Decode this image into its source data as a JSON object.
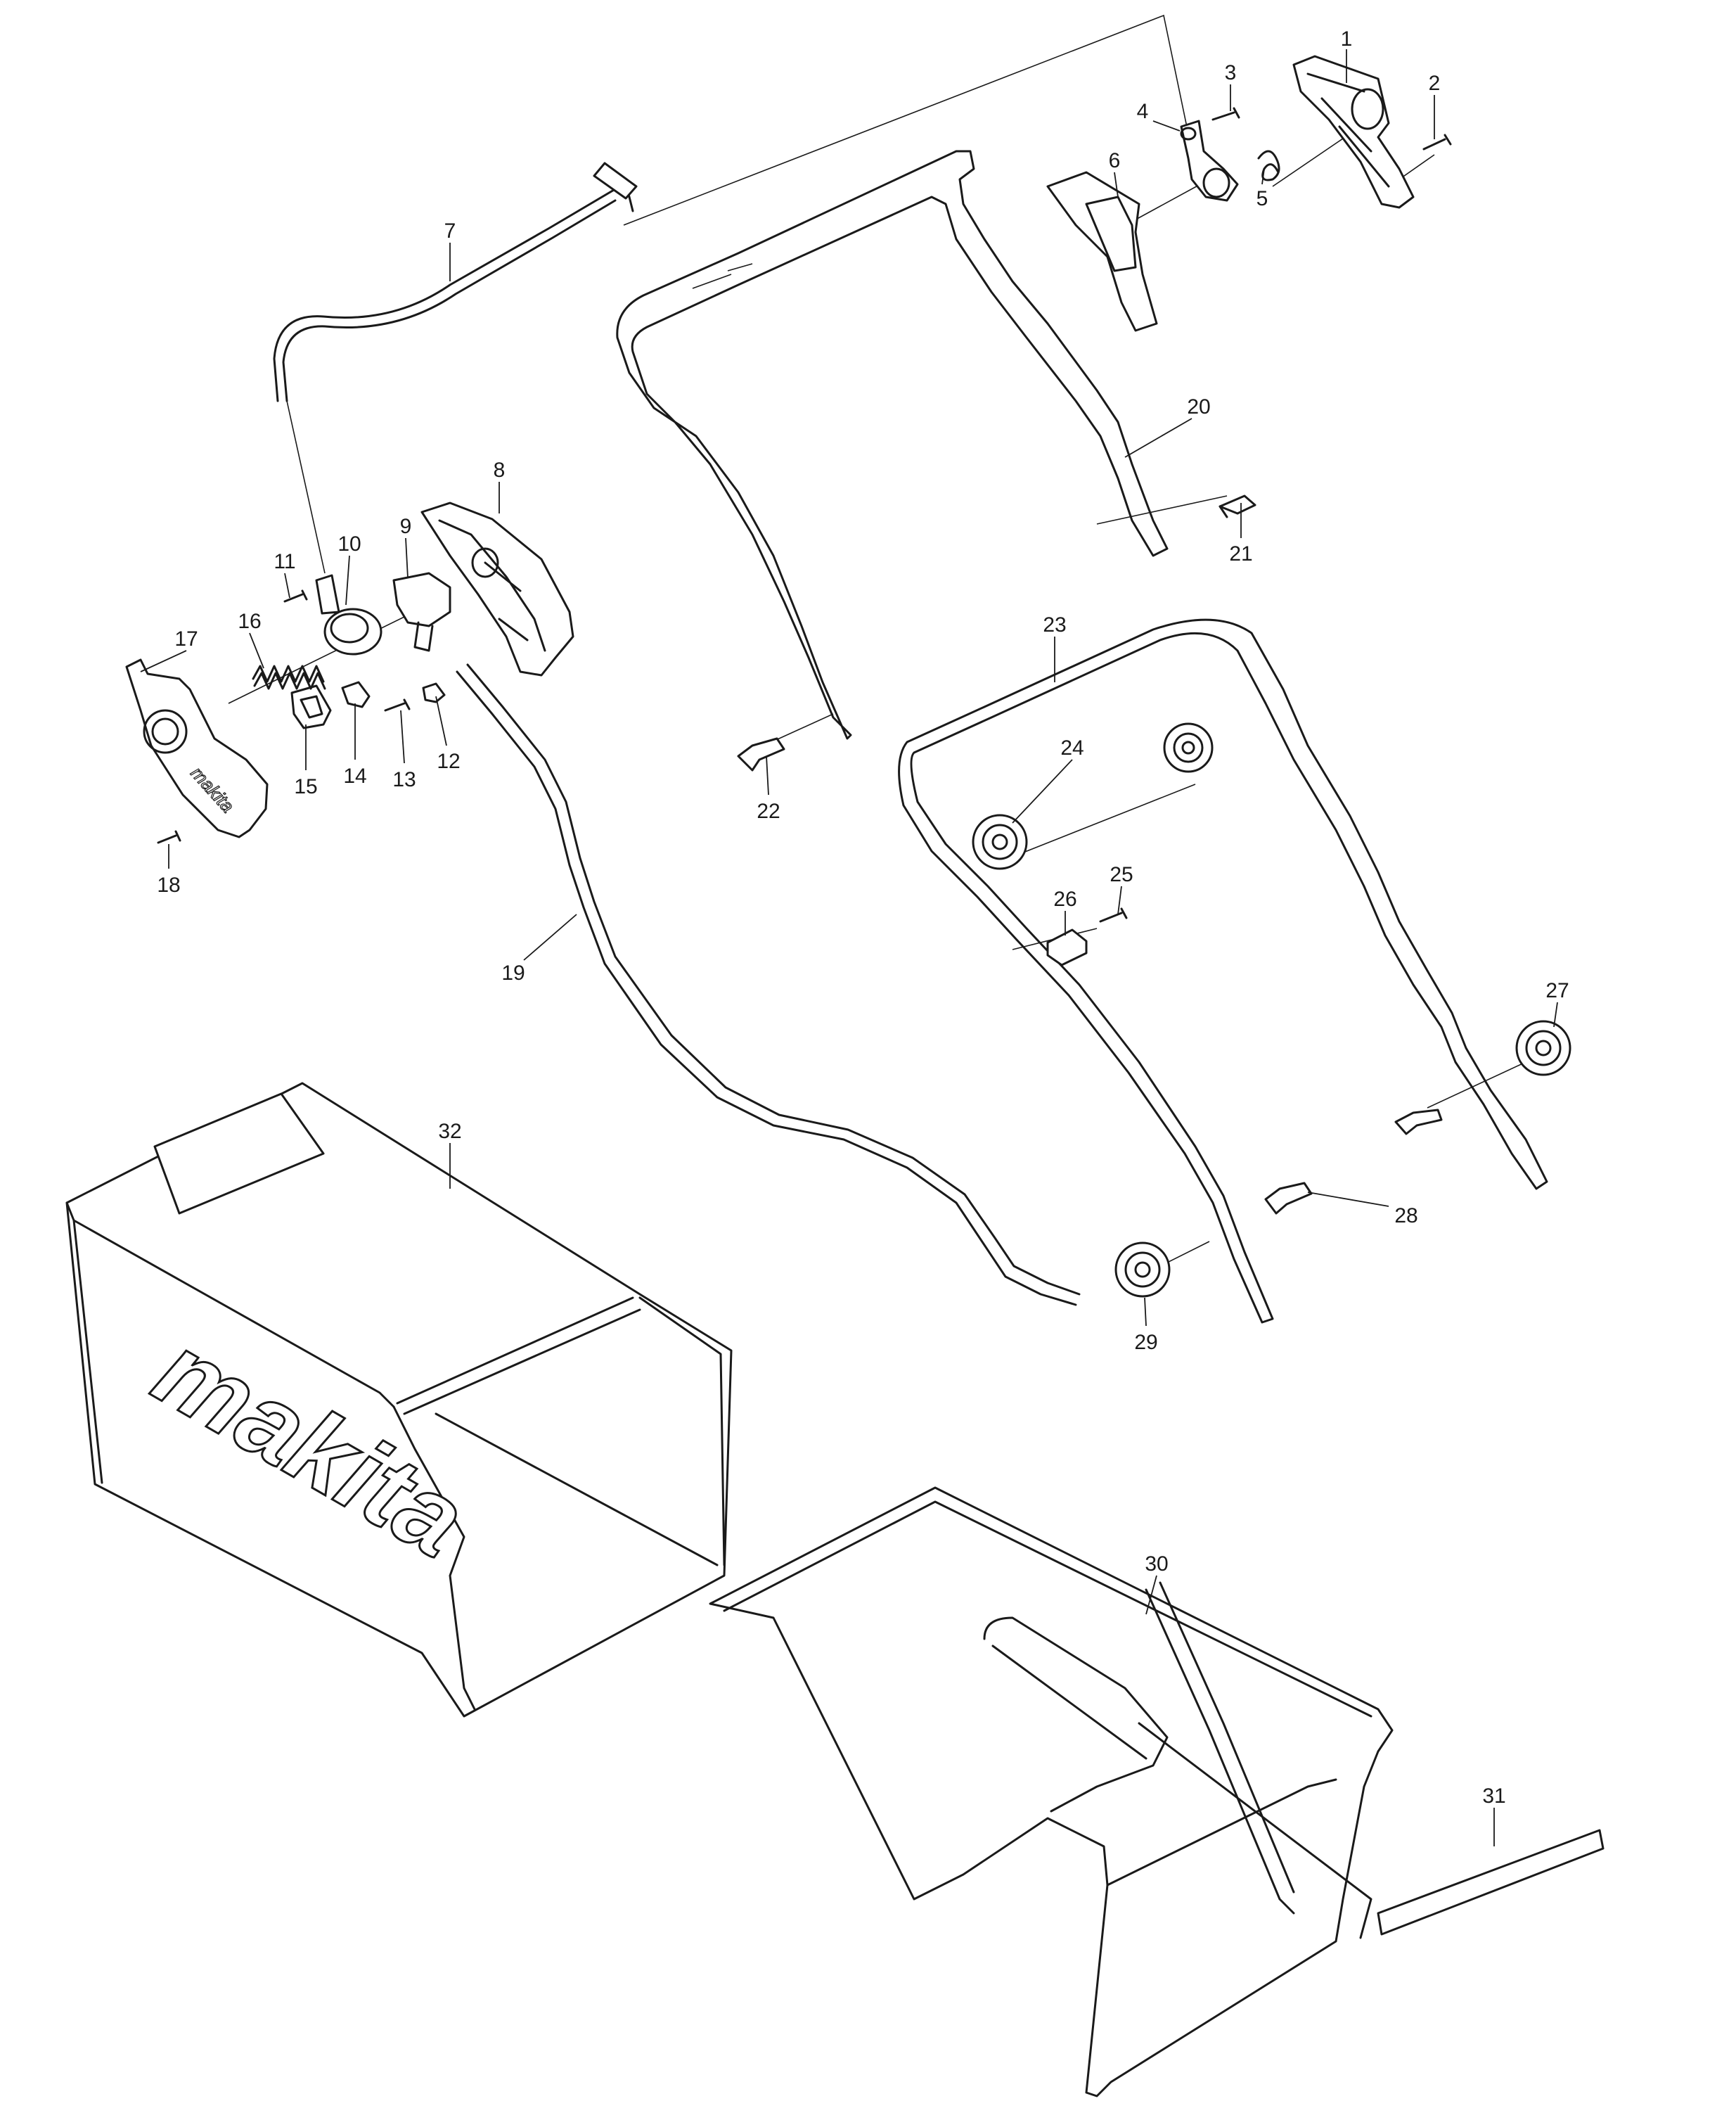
{
  "diagram": {
    "type": "exploded-parts-view",
    "logo_text": "makita",
    "part_labels": [
      "1",
      "2",
      "3",
      "4",
      "5",
      "6",
      "7",
      "8",
      "9",
      "10",
      "11",
      "12",
      "13",
      "14",
      "15",
      "16",
      "17",
      "18",
      "19",
      "20",
      "21",
      "22",
      "23",
      "24",
      "25",
      "26",
      "27",
      "28",
      "29",
      "30",
      "31",
      "32"
    ]
  }
}
